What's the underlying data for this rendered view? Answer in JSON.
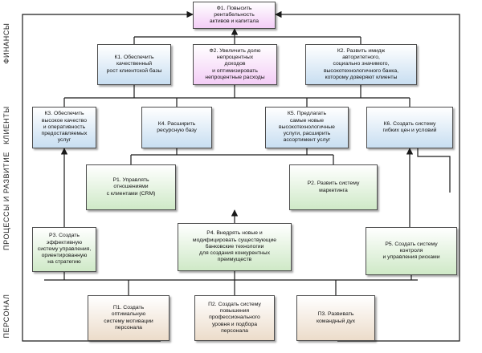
{
  "lanes": {
    "finance": "ФИНАНСЫ",
    "clients": "КЛИЕНТЫ",
    "processes": "ПРОЦЕССЫ И РАЗВИТИЕ",
    "personnel": "ПЕРСОНАЛ"
  },
  "nodes": {
    "f1": "Ф1. Повысить\nрентабельность\nактивов и капитала",
    "f2": "Ф2. Увеличить долю\nнепроцентных\nдоходов\nи оптимизировать\nнепроцентные расходы",
    "k1": "К1. Обеспечить\nкачественный\nрост клиентской базы",
    "k2": "К2. Развить имидж\nавторитетного,\nсоциально значимого,\nвысокотехнологичного банка,\nкоторому доверяют клиенты",
    "k3": "К3. Обеспечить\nвысокое качество\nи оперативность\nпредоставляемых\nуслуг",
    "k4": "К4. Расширить\nресурсную базу",
    "k5": "К5. Предлагать\nсамые новые\nвысокотехнологичные\nуслуги, расширить\nассортимент услуг",
    "k6": "К6. Создать систему\nгибких цен и условий",
    "p1": "Р1. Управлять\nотношениями\nс клиентами (CRM)",
    "p2": "Р2. Развить систему\nмаркетинга",
    "p3": "Р3. Создать\nэффективную\nсистему управления,\nориентированную\nна стратегию",
    "p4": "Р4. Внедрять новые и\nмодифицировать существующие\nбанковские технологии\nдля создания конкурентных\nпреимуществ",
    "p5": "Р5. Создать систему\nконтроля\nи управления рисками",
    "pe1": "П1. Создать\nоптимальную\nсистему мотивации\nперсонала",
    "pe2": "П2. Создать систему\nповышения\nпрофессионального\nуровня и подбора\nперсонала",
    "pe3": "П3. Развивать\nкомандный дух"
  },
  "colors": {
    "finance_fill": "#f3cdf6",
    "client_fill": "#c8def1",
    "process_fill": "#cfe9c7",
    "personnel_fill": "#ecdcca",
    "connector": "#1a1a1a"
  }
}
